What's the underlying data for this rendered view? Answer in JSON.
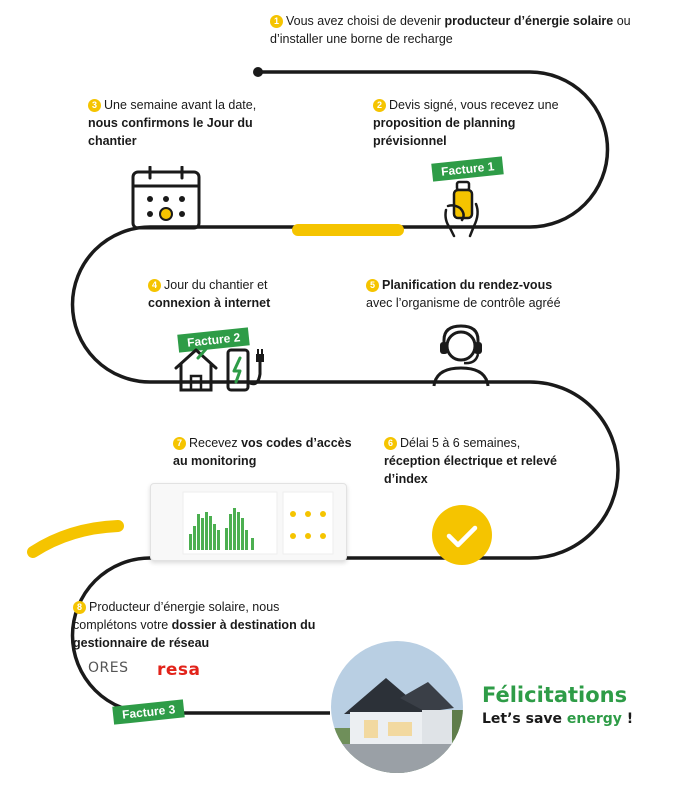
{
  "steps": [
    {
      "num": "1",
      "pre": "Vous avez choisi de devenir ",
      "bold": "producteur d’énergie solaire",
      "post": " ou d’installer une borne de recharge"
    },
    {
      "num": "2",
      "pre": "Devis signé, vous  recevez une ",
      "bold": "proposition de planning prévisionnel",
      "post": ""
    },
    {
      "num": "3",
      "pre": "Une semaine avant la date, ",
      "bold": "nous confirmons le Jour du chantier",
      "post": ""
    },
    {
      "num": "4",
      "pre": "Jour du chantier et ",
      "bold": "connexion à internet",
      "post": ""
    },
    {
      "num": "5",
      "pre": "",
      "bold": "Planification du rendez-vous",
      "post": " avec l’organisme de contrôle agréé"
    },
    {
      "num": "6",
      "pre": "Délai 5 à 6 semaines, ",
      "bold": "réception électrique et relevé d’index",
      "post": ""
    },
    {
      "num": "7",
      "pre": "Recevez ",
      "bold": "vos codes d’accès au monitoring",
      "post": ""
    },
    {
      "num": "8",
      "pre": "Producteur d’énergie solaire, nous complétons votre ",
      "bold": "dossier à destination du gestionnaire de réseau",
      "post": ""
    }
  ],
  "invoices": [
    "Facture 1",
    "Facture 2",
    "Facture 3"
  ],
  "logos": {
    "ores": "ORES",
    "resa": "resa"
  },
  "congrats": {
    "title": "Félicitations",
    "line_pre": "Let’s save ",
    "line_accent": "energy",
    "line_post": " !"
  },
  "colors": {
    "path": "#1a1a1a",
    "accent_yellow": "#f5c400",
    "green": "#2e9c47",
    "resa_red": "#e2231a"
  },
  "icons": [
    "calendar-icon",
    "hand-bottle-icon",
    "house-charger-icon",
    "headset-person-icon",
    "checkmark-badge-icon",
    "house-photo"
  ]
}
